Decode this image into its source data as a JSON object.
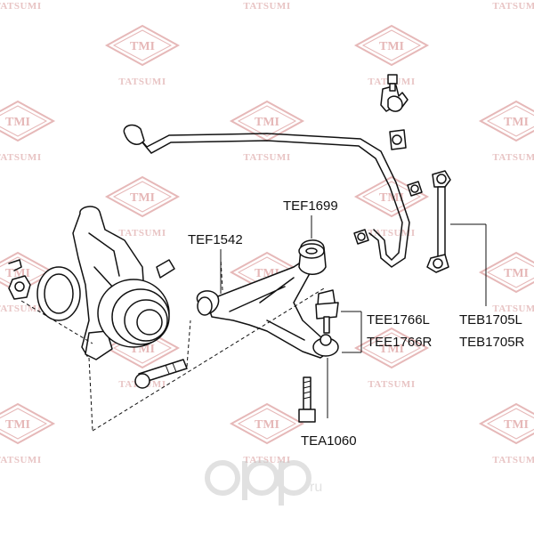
{
  "watermark": {
    "brand": "TATSUMI",
    "logo": "TMI",
    "color": "#e6b8b8",
    "site": "ru"
  },
  "callouts": {
    "tef1699": "TEF1699",
    "tef1542": "TEF1542",
    "tee1766l": "TEE1766L",
    "tee1766r": "TEE1766R",
    "teb1705l": "TEB1705L",
    "teb1705r": "TEB1705R",
    "tea1060": "TEA1060"
  }
}
